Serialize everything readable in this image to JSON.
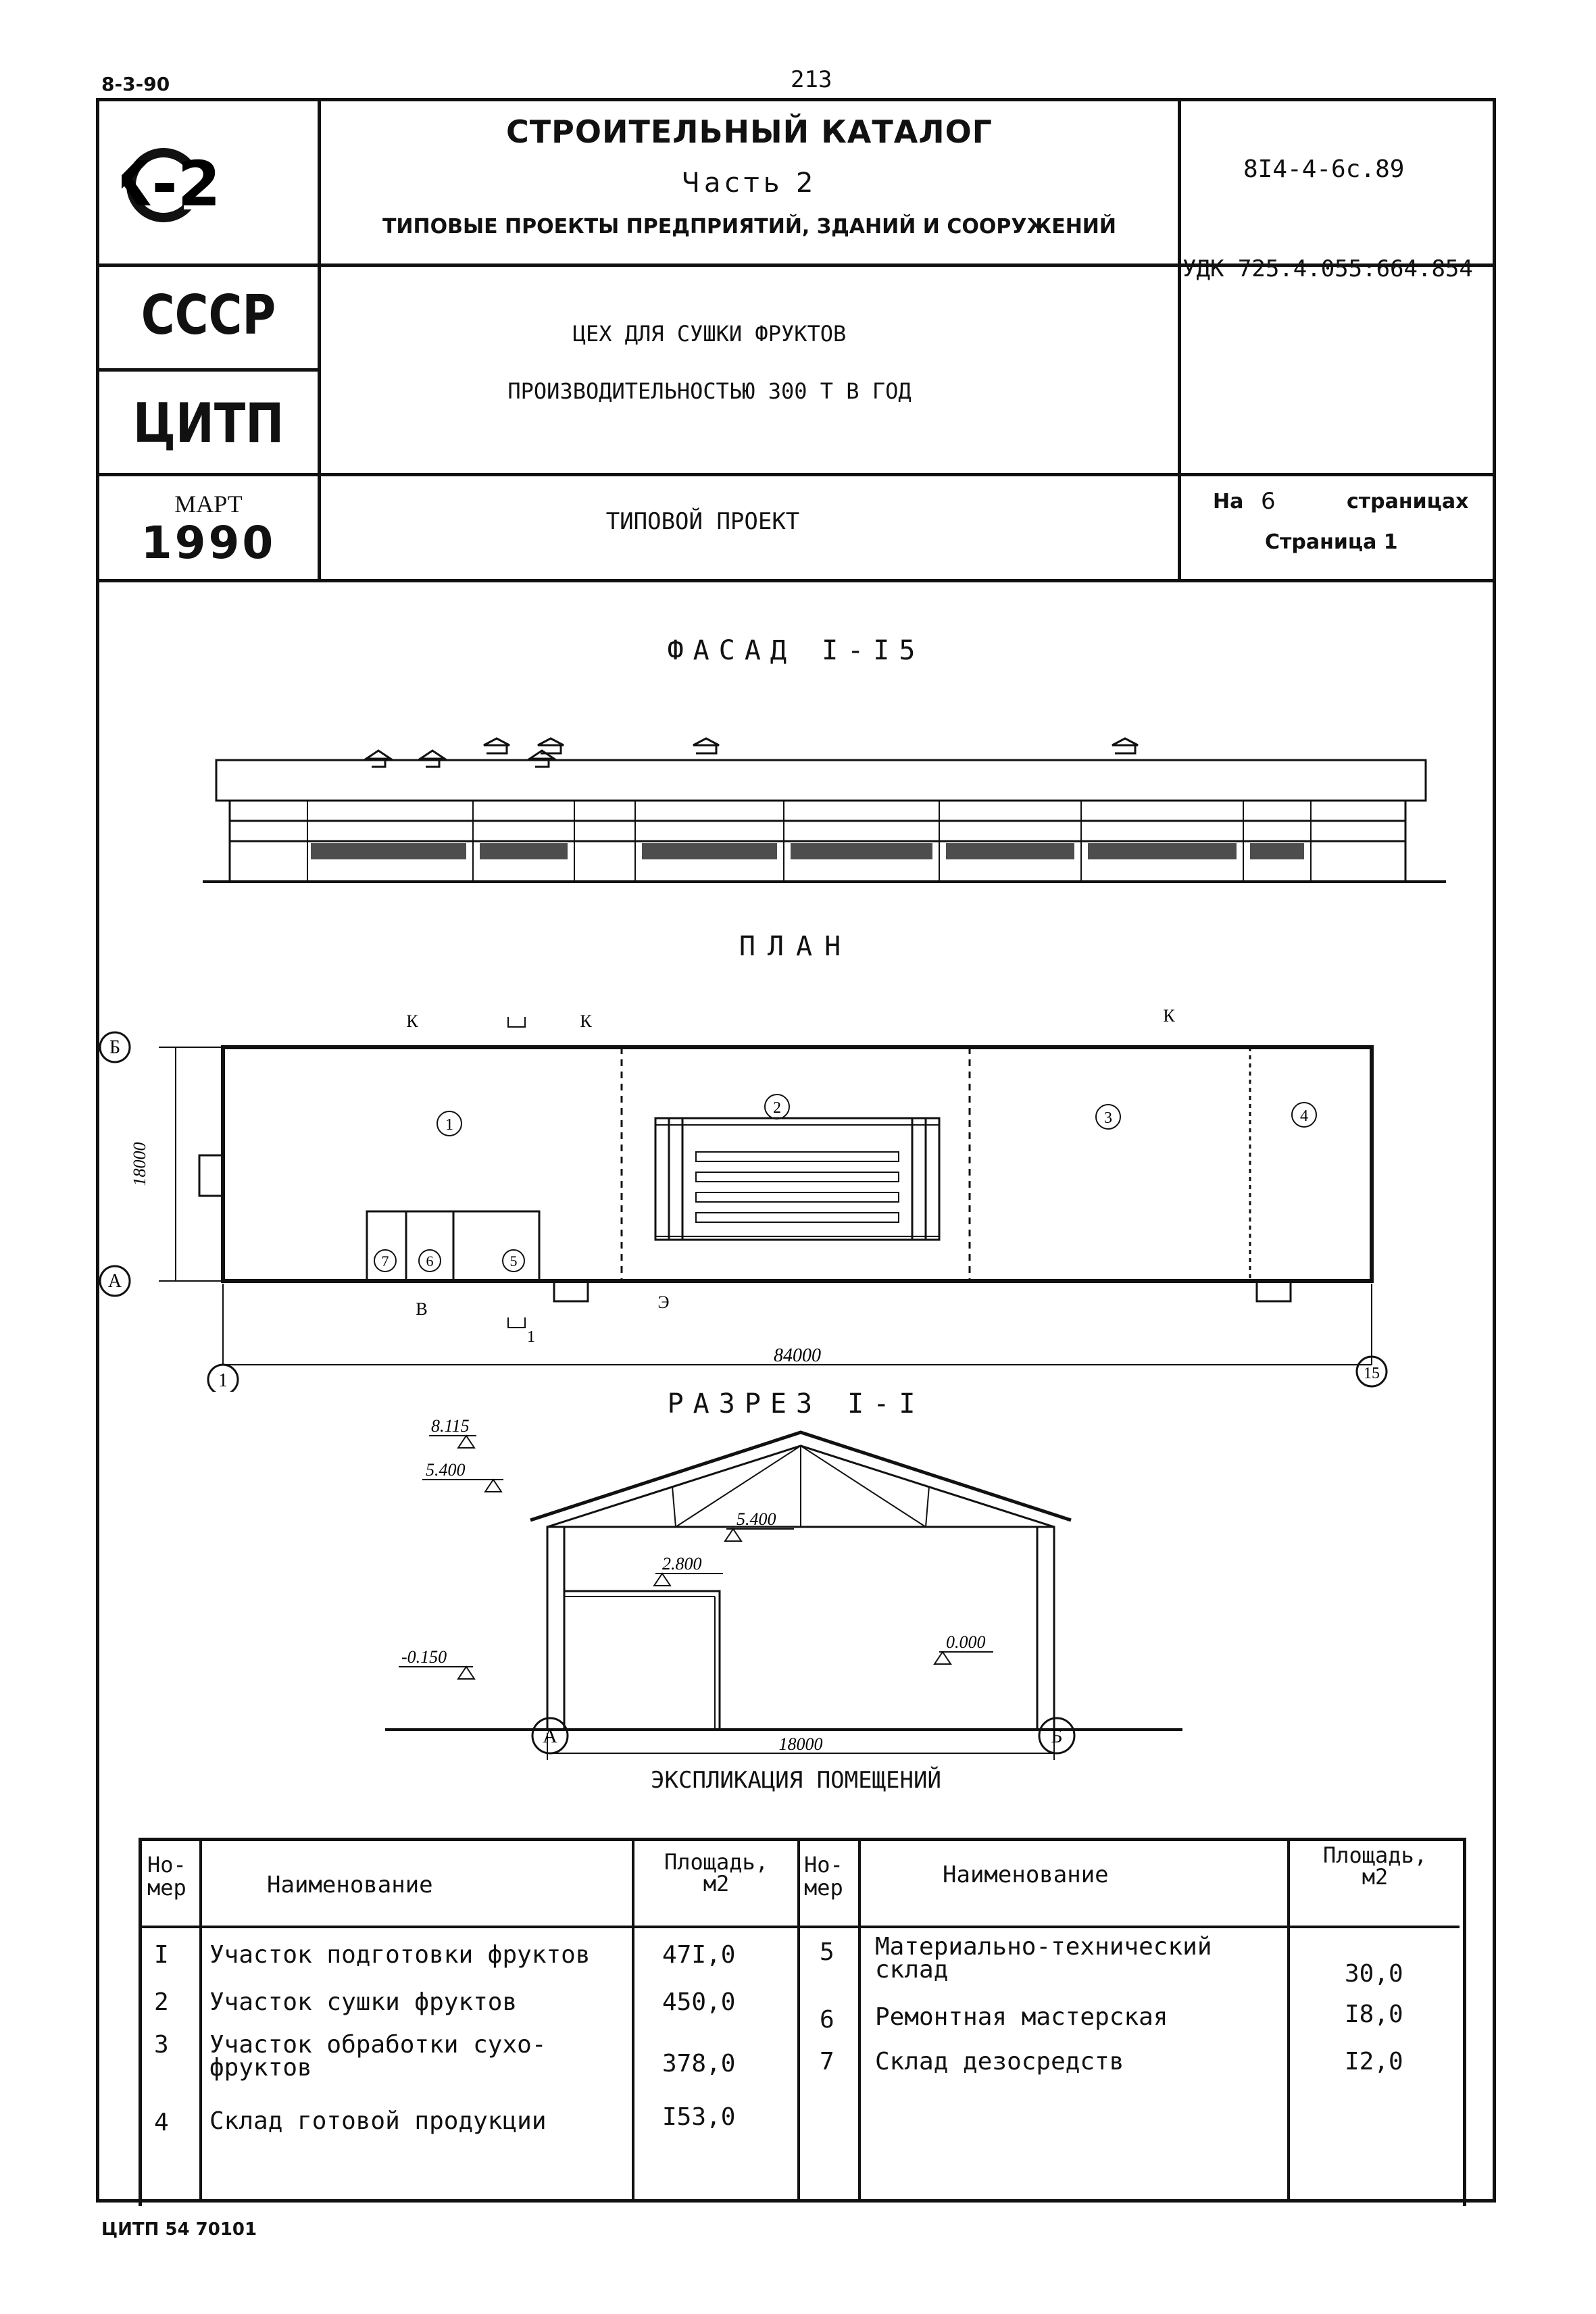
{
  "top": {
    "left_code": "8-3-90",
    "page_number": "213"
  },
  "header": {
    "logo_text": "К-2",
    "catalog_title": "СТРОИТЕЛЬНЫЙ КАТАЛОГ",
    "part": "Часть 2",
    "subtitle": "ТИПОВЫЕ ПРОЕКТЫ ПРЕДПРИЯТИЙ, ЗДАНИЙ И СООРУЖЕНИЙ",
    "doc_code": "8I4-4-6с.89",
    "country": "СССР",
    "org": "ЦИТП",
    "udk": "УДК 725.4.055:664.854",
    "project_title_line1": "ЦЕХ ДЛЯ СУШКИ ФРУКТОВ",
    "project_title_line2": "ПРОИЗВОДИТЕЛЬНОСТЬЮ 300 Т В ГОД",
    "month": "МАРТ",
    "year": "1990",
    "project_type": "ТИПОВОЙ ПРОЕКТ",
    "pages_prefix": "На",
    "pages_count": "6",
    "pages_word": "страницах",
    "page_label": "Страница 1"
  },
  "drawings": {
    "facade_title": "ФАСАД I-I5",
    "plan_title": "ПЛАН",
    "section_title": "РАЗРЕЗ I-I",
    "plan": {
      "axis_B": "Б",
      "axis_A": "А",
      "axis_1": "1",
      "axis_15": "15",
      "width_dim": "18000",
      "length_dim": "84000",
      "room_labels": [
        "1",
        "2",
        "3",
        "4",
        "5",
        "6",
        "7"
      ],
      "entry_K": "К",
      "entry_V": "В",
      "entry_E": "Э",
      "section_mark": "1"
    },
    "section": {
      "level_top": "8.115",
      "level_eave": "5.400",
      "level_eave_inner": "5.400",
      "level_mid": "2.800",
      "level_floor": "0.000",
      "level_ground": "-0.150",
      "span": "18000",
      "axis_A": "А",
      "axis_B": "Б"
    }
  },
  "explication": {
    "title": "ЭКСПЛИКАЦИЯ ПОМЕЩЕНИЙ",
    "col_num": "Номер",
    "col_num_l1": "Но-",
    "col_num_l2": "мер",
    "col_name": "Наименование",
    "col_area_l1": "Площадь,",
    "col_area_l2": "м2",
    "left": [
      {
        "num": "I",
        "name_l1": "Участок подготовки фруктов",
        "name_l2": "",
        "area": "47I,0"
      },
      {
        "num": "2",
        "name_l1": "Участок сушки фруктов",
        "name_l2": "",
        "area": "450,0"
      },
      {
        "num": "3",
        "name_l1": "Участок обработки сухо-",
        "name_l2": "фруктов",
        "area": "378,0"
      },
      {
        "num": "4",
        "name_l1": "Склад готовой продукции",
        "name_l2": "",
        "area": "I53,0"
      }
    ],
    "right": [
      {
        "num": "5",
        "name_l1": "Материально-технический",
        "name_l2": "склад",
        "area": "30,0"
      },
      {
        "num": "6",
        "name_l1": "Ремонтная мастерская",
        "name_l2": "",
        "area": "I8,0"
      },
      {
        "num": "7",
        "name_l1": "Склад дезосредств",
        "name_l2": "",
        "area": "I2,0"
      }
    ]
  },
  "footer": {
    "code": "ЦИТП 54 70101"
  }
}
